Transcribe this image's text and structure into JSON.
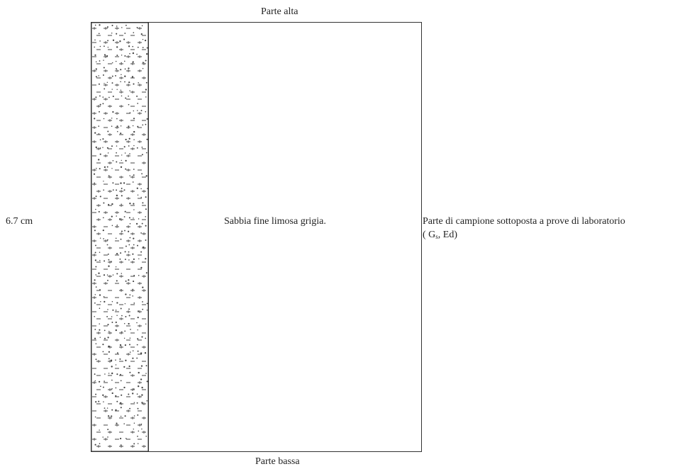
{
  "diagram": {
    "top_label": "Parte alta",
    "bottom_label": "Parte bassa",
    "length_label": "6.7 cm",
    "description": "Sabbia fine limosa grigia.",
    "note": {
      "line1": "Parte di campione sottoposta a prove di laboratorio",
      "line2_prefix": "( G",
      "line2_subscript": "s",
      "line2_suffix": ", Ed)"
    },
    "lithology_pattern": "silty-sand-dots-dashes",
    "colors": {
      "stroke": "#333333",
      "text": "#222222",
      "pattern": "#444444"
    }
  }
}
